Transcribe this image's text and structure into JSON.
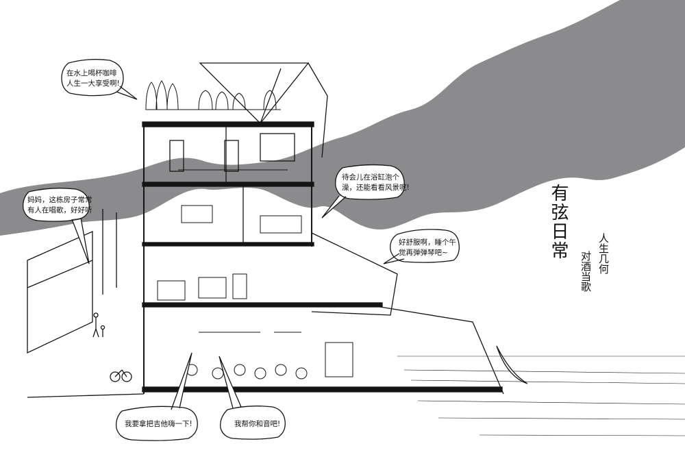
{
  "colors": {
    "mountain": "#8b8b8d",
    "ink": "#141414",
    "paper": "#ffffff"
  },
  "title": {
    "main": "有弦日常",
    "line1": "人生几何",
    "line2": "对酒当歌"
  },
  "bubbles": {
    "coffee": {
      "line1": "在水上喝杯咖啡",
      "line2": "人生一大享受啊!"
    },
    "mom": {
      "line1": "妈妈，这栋房子常常",
      "line2": "有人在唱歌，好好听"
    },
    "bath": {
      "line1": "待会儿在浴缸泡个",
      "line2": "澡，还能看看风景呢!"
    },
    "nap": {
      "line1": "好舒服啊，睡个午",
      "line2": "觉再弹弹琴吧~"
    },
    "guitar": {
      "line1": "我要拿把吉他嗨一下!"
    },
    "harmony": {
      "line1": "我帮你和音吧!"
    }
  }
}
